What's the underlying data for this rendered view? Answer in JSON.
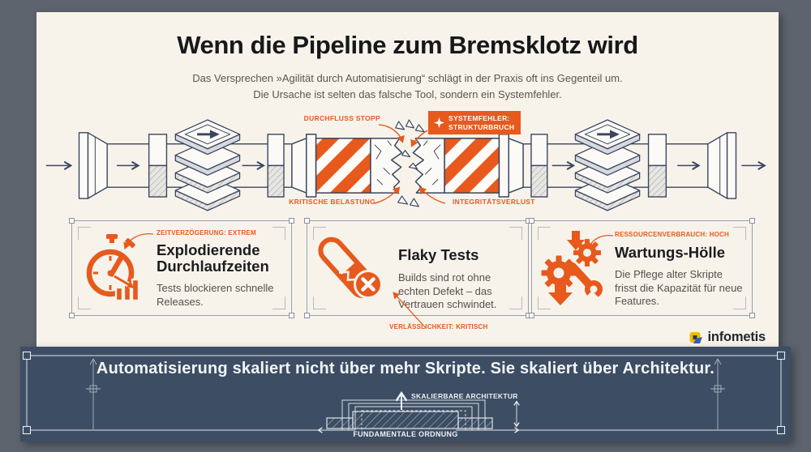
{
  "colors": {
    "accent_orange": "#E7591C",
    "canvas_cream": "#F7F3EB",
    "panel_navy": "#3D4D63",
    "frame_gray": "#5D646D",
    "line_navy": "#3A4560"
  },
  "header": {
    "title": "Wenn die Pipeline zum Bremsklotz wird",
    "subtitle_line1": "Das Versprechen »Agilität durch Automatisierung“ schlägt in der Praxis oft ins Gegenteil um.",
    "subtitle_line2": "Die Ursache ist selten das falsche Tool, sondern ein Systemfehler."
  },
  "pipeline": {
    "label_flow_stop": "DURCHFLUSS STOPP",
    "badge": {
      "line1": "SYSTEMFEHLER:",
      "line2": "STRUKTURBRUCH"
    },
    "label_critical_load": "KRITISCHE BELASTUNG",
    "label_integrity_loss": "INTEGRITÄTSVERLUST"
  },
  "cards": [
    {
      "tag": "ZEITVERZÖGERUNG: EXTREM",
      "title": "Explodierende Durchlaufzeiten",
      "body": "Tests blockieren schnelle Releases.",
      "icon": "stopwatch-chart-icon"
    },
    {
      "tag": "VERLÄSSLICHKEIT: KRITISCH",
      "title": "Flaky Tests",
      "body": "Builds sind rot ohne echten Defekt – das Vertrauen schwindet.",
      "icon": "broken-test-tube-icon"
    },
    {
      "tag": "RESSOURCENVERBRAUCH: HOCH",
      "title": "Wartungs-Hölle",
      "body": "Die Pflege alter Skripte frisst die Kapazität für neue Features.",
      "icon": "gears-wrench-icon"
    }
  ],
  "logo": {
    "text": "infometis"
  },
  "footer": {
    "headline": "Automatisierung skaliert nicht über mehr Skripte. Sie skaliert über Architektur.",
    "label_scalable_architecture": "SKALIERBARE ARCHITEKTUR",
    "label_fundamental_order": "FUNDAMENTALE ORDNUNG"
  }
}
